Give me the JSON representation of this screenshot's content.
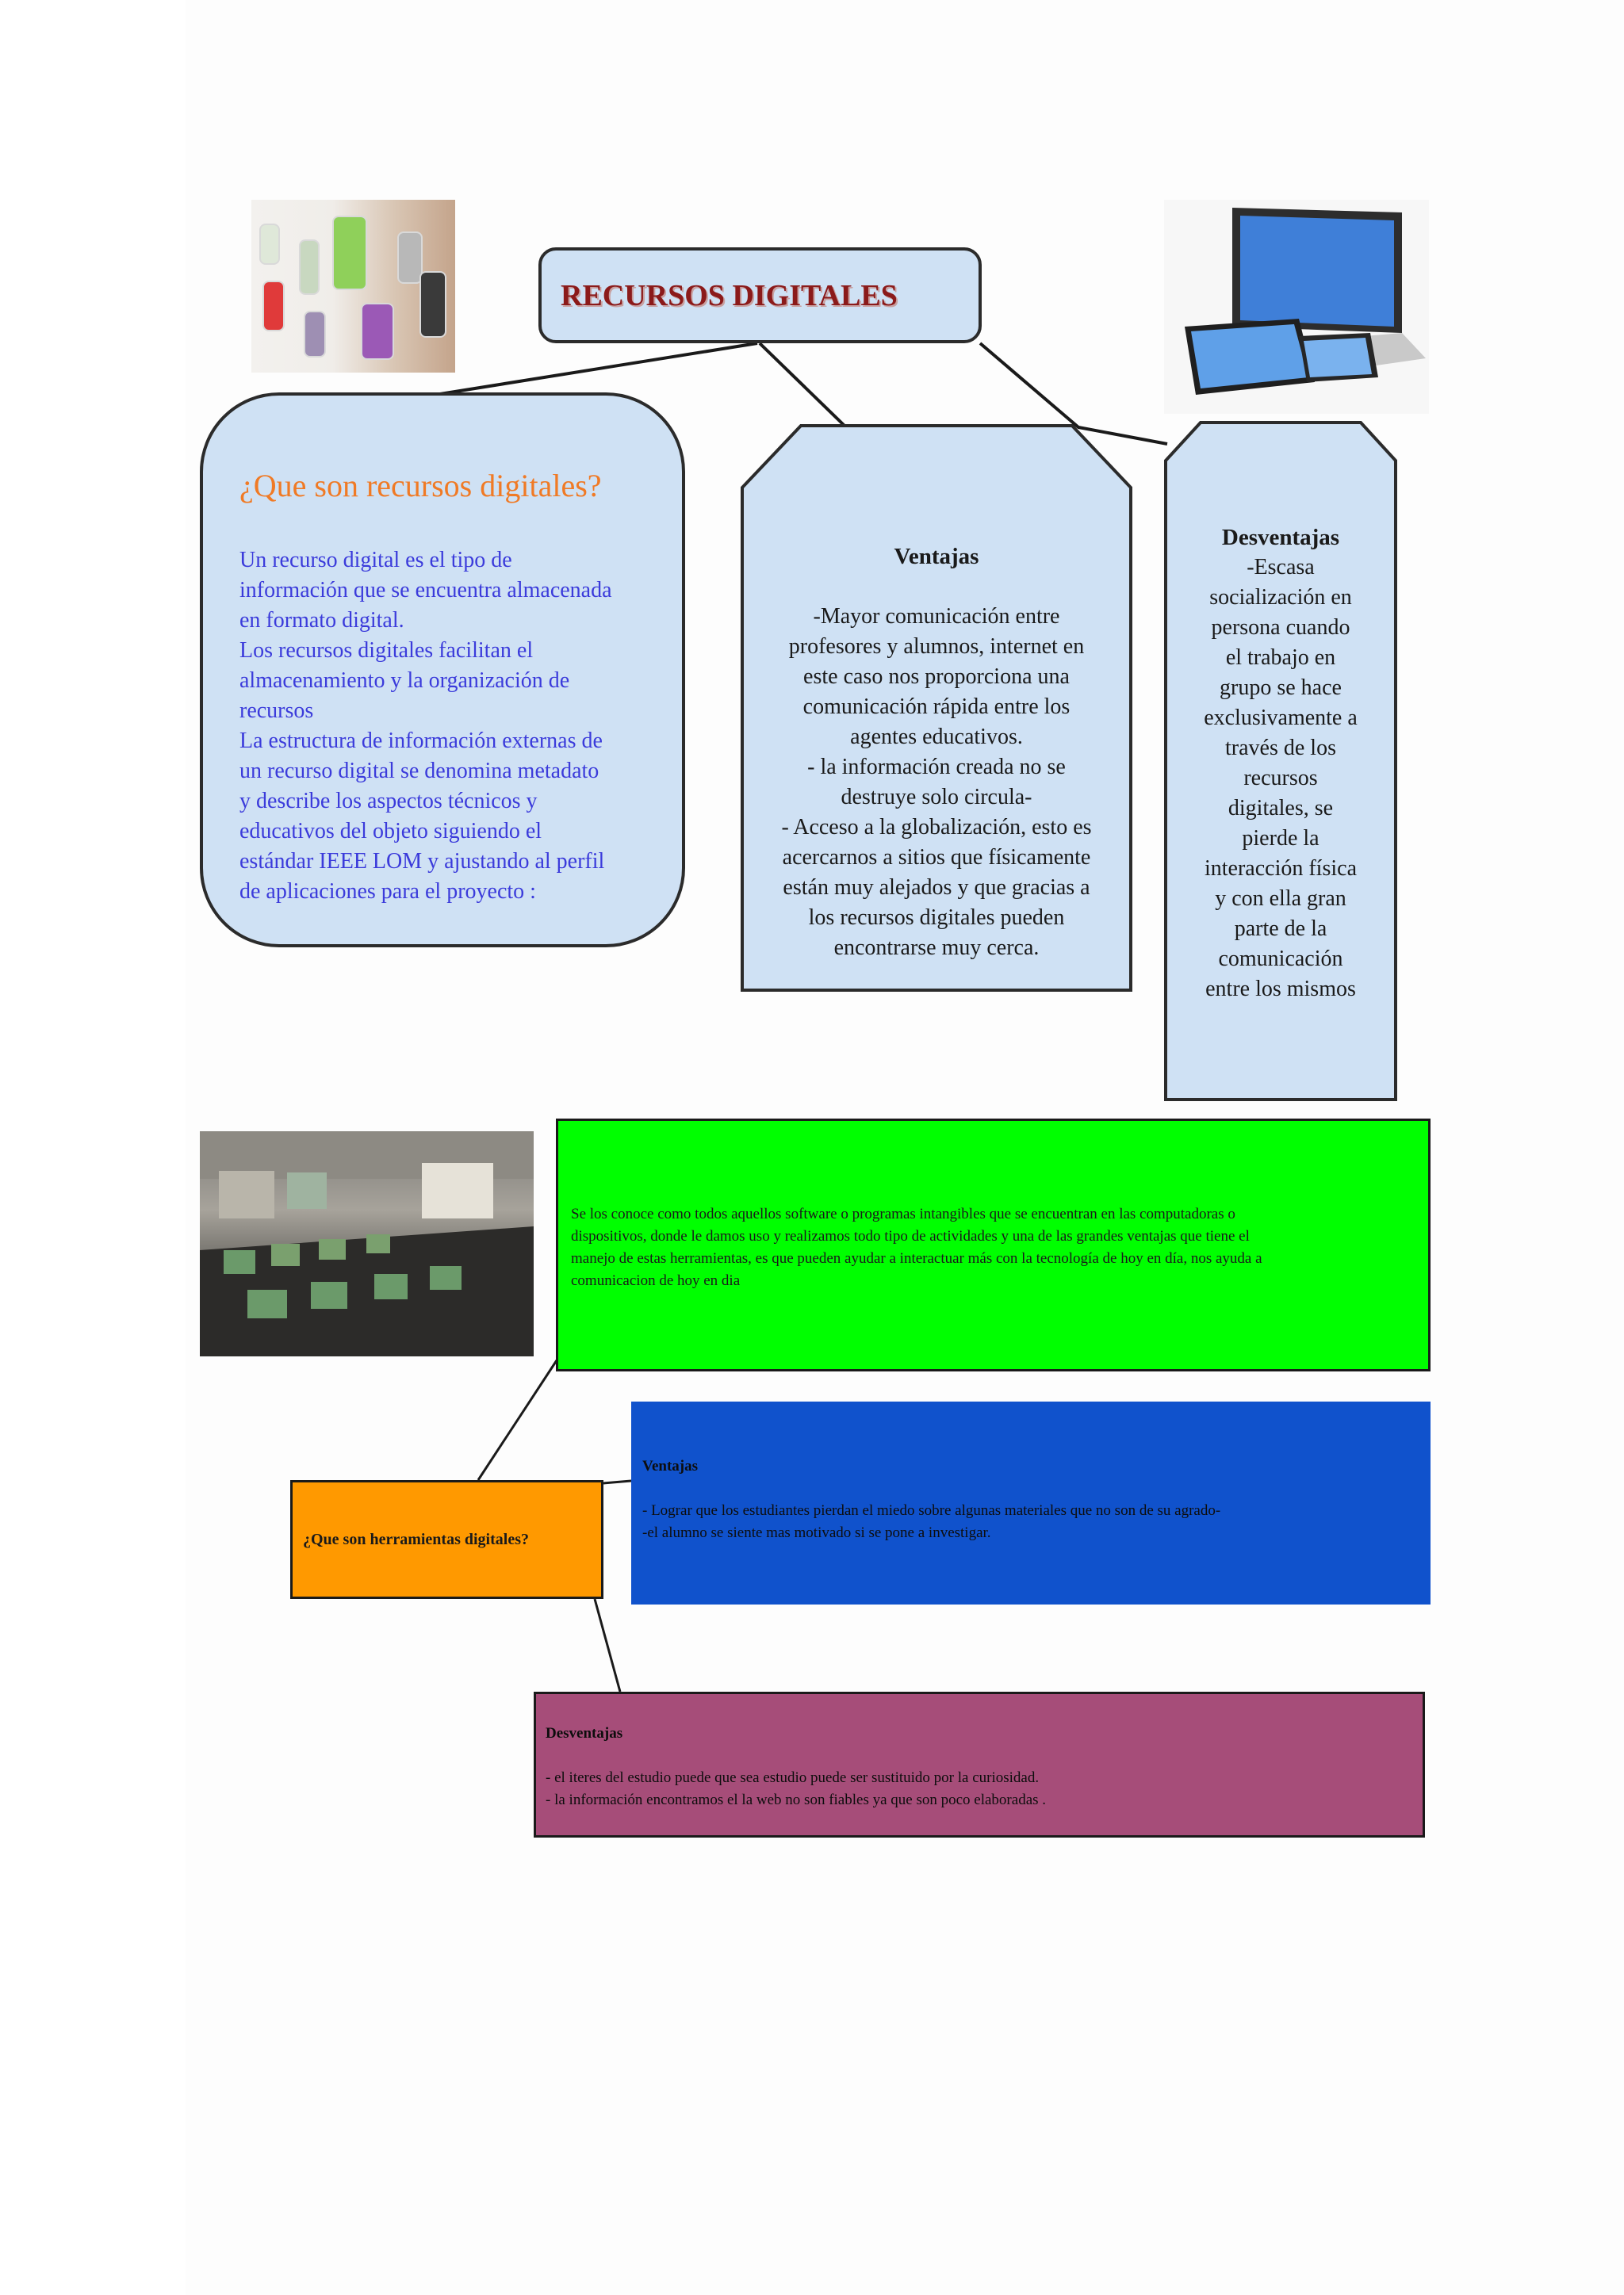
{
  "title": "RECURSOS DIGITALES",
  "definition": {
    "heading": "¿Que son recursos digitales?",
    "lines": [
      "Un recurso digital es el tipo de",
      "información que se encuentra almacenada",
      "en formato digital.",
      "Los recursos digitales facilitan el",
      "almacenamiento y la organización de",
      "recursos",
      "La estructura de información externas de",
      "un recurso digital se denomina metadato",
      "y describe los aspectos técnicos y",
      "educativos del objeto siguiendo el",
      "estándar IEEE LOM y ajustando al perfil",
      "de aplicaciones para el proyecto :"
    ]
  },
  "ventajas_recursos": {
    "heading": "Ventajas",
    "lines": [
      "-Mayor comunicación entre",
      "profesores y alumnos, internet en",
      "este caso nos proporciona una",
      "comunicación rápida entre los",
      "agentes educativos.",
      "- la información creada no se",
      "destruye solo circula-",
      "- Acceso a la globalización, esto es",
      "acercarnos a sitios que físicamente",
      "están muy alejados y que gracias a",
      "los recursos digitales pueden",
      "encontrarse muy cerca."
    ]
  },
  "desventajas_recursos": {
    "heading": "Desventajas",
    "lines": [
      "-Escasa",
      "socialización en",
      "persona cuando",
      "el trabajo en",
      "grupo se hace",
      "exclusivamente a",
      "través de los",
      "recursos",
      "digitales, se",
      "pierde la",
      "interacción física",
      "y con ella gran",
      "parte de la",
      "comunicación",
      "entre los mismos"
    ]
  },
  "herramientas": {
    "question": "¿Que son herramientas digitales?",
    "definition_lines": [
      "Se los conoce como todos aquellos software o programas intangibles que se encuentran en las computadoras o",
      "dispositivos, donde le damos uso y realizamos todo tipo de actividades y una de las grandes ventajas que tiene el",
      "manejo de estas herramientas, es que pueden ayudar a interactuar más con la tecnología de hoy en día, nos ayuda a",
      "comunicacion de hoy en dia"
    ],
    "ventajas": {
      "heading": "Ventajas",
      "lines": [
        "- Lograr que los estudiantes pierdan el miedo sobre algunas materiales que no son de su agrado-",
        "-el alumno se siente mas motivado si se pone a investigar."
      ]
    },
    "desventajas": {
      "heading": "Desventajas",
      "lines": [
        "- el iteres del estudio puede que sea estudio puede ser sustituido por la curiosidad.",
        "- la información encontramos el la web no son fiables ya que son poco elaboradas ."
      ]
    }
  },
  "colors": {
    "box_blue": "#cfe1f4",
    "title_red": "#8b1a1a",
    "heading_orange": "#f07a25",
    "body_blue": "#3b3bdb",
    "green": "#00ff00",
    "royal_blue": "#1052cc",
    "orange": "#ff9900",
    "purple": "#a64d79"
  },
  "images": [
    "app-icons-photo",
    "devices-photo",
    "computer-lab-photo"
  ]
}
